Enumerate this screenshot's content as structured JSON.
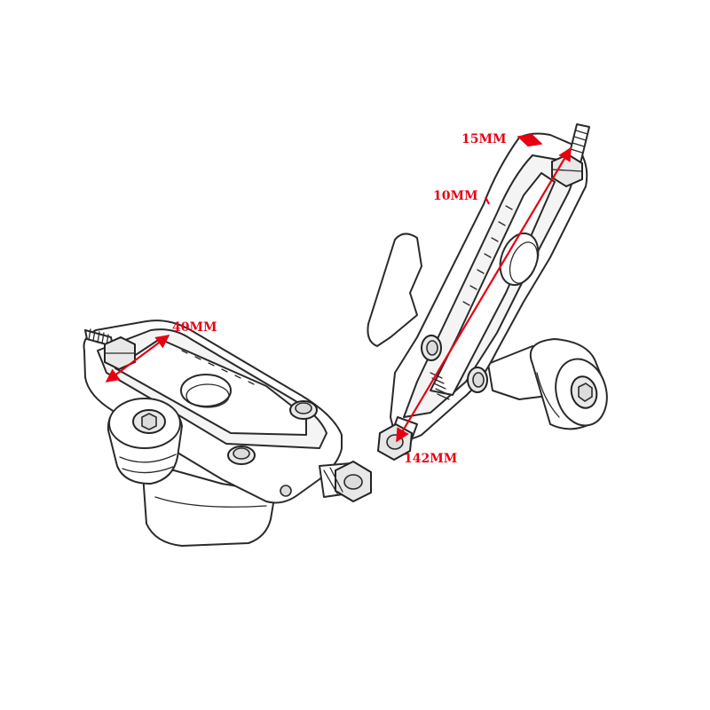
{
  "colors": {
    "dimension": "#e60012",
    "outline": "#2a2a2a",
    "background": "#ffffff"
  },
  "dimensions": {
    "width_label": "40MM",
    "thread_label": "15MM",
    "slot_label": "10MM",
    "length_label": "142MM"
  }
}
